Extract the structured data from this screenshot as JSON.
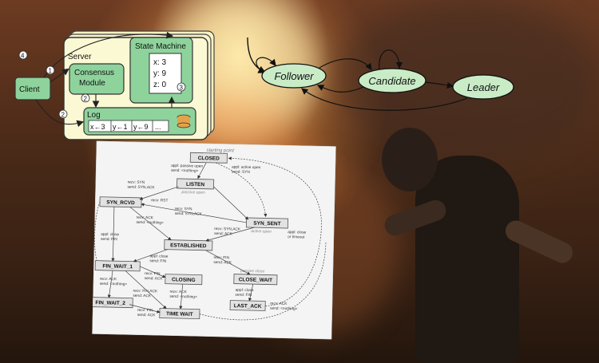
{
  "raft": {
    "client": "Client",
    "server": "Server",
    "consensus_line1": "Consensus",
    "consensus_line2": "Module",
    "state_machine": "State Machine",
    "sm_x": "x: 3",
    "sm_y": "y: 9",
    "sm_z": "z: 0",
    "log": "Log",
    "log_e1": "x←3",
    "log_e2": "y←1",
    "log_e3": "y←9",
    "log_more": "...",
    "step1": "1",
    "step2": "2",
    "step3": "3",
    "step4": "4"
  },
  "states": {
    "follower": "Follower",
    "candidate": "Candidate",
    "leader": "Leader"
  },
  "tcp": {
    "starting_point": "starting point",
    "closed": "CLOSED",
    "listen": "LISTEN",
    "listen_sub": "passive open",
    "syn_rcvd": "SYN_RCVD",
    "syn_sent": "SYN_SENT",
    "syn_sent_sub": "active open",
    "established": "ESTABLISHED",
    "fin_wait_1": "FIN_WAIT_1",
    "fin_wait_2": "FIN_WAIT_2",
    "closing": "CLOSING",
    "time_wait": "TIME WAIT",
    "close_wait": "CLOSE_WAIT",
    "close_wait_sub": "passive close",
    "last_ack": "LAST_ACK",
    "l_passive": "appl: passive open",
    "l_passive2": "send: <nothing>",
    "l_active": "appl: active open",
    "l_active2": "send: SYN",
    "l_recv_syn": "recv: SYN",
    "l_send_synack": "send: SYN,ACK",
    "l_rst": "recv: RST",
    "l_recv_ack": "recv: ACK",
    "l_send_nothing": "send: <nothing>",
    "l_synack": "recv: SYN,ACK",
    "l_send_ack": "send: ACK",
    "l_close": "appl: close",
    "l_send_fin": "send: FIN",
    "l_recv_fin": "recv: FIN",
    "l_timeout": "appl: close",
    "l_timeout2": "or timeout",
    "l_finack": "recv: FIN,ACK",
    "l_close_send": "appl: close",
    "l_close_send2": "send: FIN"
  }
}
